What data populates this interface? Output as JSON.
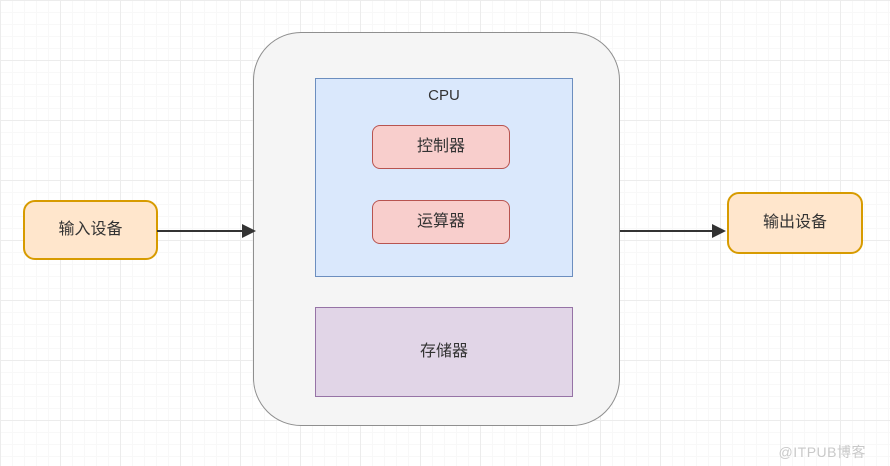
{
  "diagram": {
    "title_context": "computer-architecture-diagram",
    "nodes": {
      "input_device": {
        "label": "输入设备"
      },
      "output_device": {
        "label": "输出设备"
      },
      "cpu": {
        "label": "CPU"
      },
      "controller": {
        "label": "控制器"
      },
      "alu": {
        "label": "运算器"
      },
      "memory": {
        "label": "存储器"
      }
    },
    "connectors": [
      {
        "from": "input_device",
        "to": "host",
        "direction": "right"
      },
      {
        "from": "host",
        "to": "output_device",
        "direction": "right"
      }
    ],
    "colors": {
      "device_fill": "#FFE6CC",
      "device_stroke": "#D79B00",
      "cpu_fill": "#DAE8FC",
      "cpu_stroke": "#6C8EBF",
      "unit_fill": "#F8CECC",
      "unit_stroke": "#B85450",
      "memory_fill": "#E1D5E7",
      "memory_stroke": "#9673A6",
      "host_fill": "#F5F5F5",
      "host_stroke": "#8F8F8F",
      "arrow": "#333333",
      "text": "#333333",
      "watermark_text": "#C9C9C9"
    }
  },
  "watermark": {
    "text": "@ITPUB博客"
  }
}
